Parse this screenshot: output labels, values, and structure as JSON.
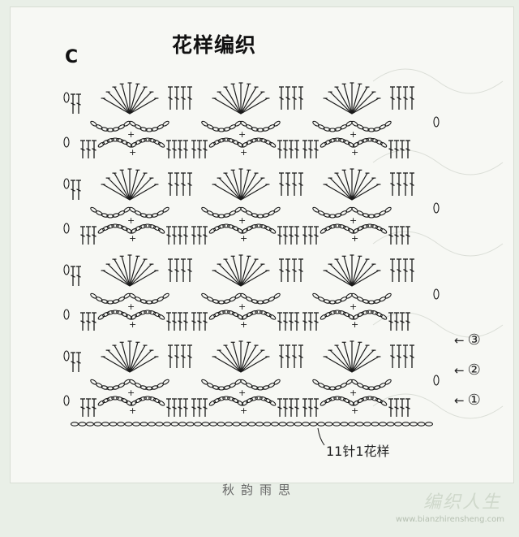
{
  "diagram": {
    "title": "花样编织",
    "section_letter": "C",
    "repeat_note": "11针1花样",
    "row_markers": [
      {
        "label": "③"
      },
      {
        "label": "②"
      },
      {
        "label": "①"
      }
    ],
    "row_marker_arrow": "←",
    "footer_caption": "秋韵雨思",
    "watermark": {
      "brand": "编织人生",
      "url": "www.bianzhirensheng.com"
    },
    "stitch_key": {
      "repeats_across": 3,
      "repeat_width_stitches": 11,
      "rows_of_fans": 4
    },
    "colors": {
      "ink": "#1a1a1a",
      "paper": "#f7f8f4",
      "background": "#e9efe7"
    }
  }
}
